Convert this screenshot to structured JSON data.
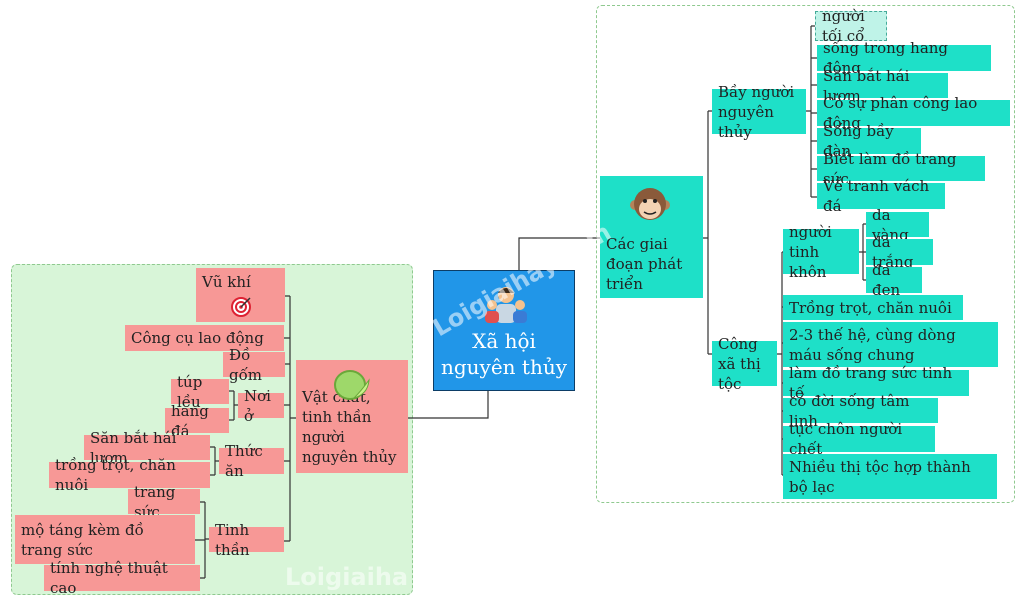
{
  "center": {
    "title": "Xã hội nguyên thủy",
    "icon": "people-group-icon"
  },
  "left": {
    "branch": "Vật chất, tinh thần người nguyên thủy",
    "branch_icon": "fruit-icon",
    "vu_khi": {
      "label": "Vũ khí",
      "icon": "target-icon"
    },
    "cong_cu": "Công cụ lao động",
    "do_gom": "Đồ gốm",
    "noi_o": {
      "label": "Nơi ở",
      "items": [
        "túp lều",
        "hang đá"
      ]
    },
    "thuc_an": {
      "label": "Thức ăn",
      "items": [
        "Săn bắt hái lượm",
        "trồng trọt, chăn nuôi"
      ]
    },
    "tinh_than": {
      "label": "Tinh thần",
      "items": [
        "trang sức",
        "mộ táng kèm đồ trang sức",
        "tính nghệ thuật cao"
      ]
    }
  },
  "right": {
    "branch": "Các giai đoạn phát triển",
    "branch_icon": "monkey-face-icon",
    "bay_nguoi": {
      "label": "Bầy người nguyên thủy",
      "items": [
        "người tối cổ",
        "sống trong hang động",
        "Săn bắt hái lượm",
        "Có sự phân công lao động",
        "Sống bầy đàn",
        "Biết làm đồ trang sức",
        "Vẽ tranh vách đá"
      ]
    },
    "cong_xa": {
      "label": "Công xã thị tộc",
      "tinh_khon": {
        "label": "người tinh khôn",
        "items": [
          "da vàng",
          "da trắng",
          "da đen"
        ]
      },
      "items": [
        "Trồng trọt, chăn nuôi",
        "2-3 thế hệ, cùng dòng máu sống chung",
        "làm đồ trang sức tinh tế",
        "có đời sống tâm linh",
        "tục chôn người chết",
        "Nhiều thị tộc hợp thành bộ lạc"
      ]
    }
  },
  "watermarks": [
    "Loigiaihay.com",
    "Loigiaiha"
  ],
  "colors": {
    "center": "#2196e8",
    "left_nodes": "#f79896",
    "right_nodes": "#1ee0c8",
    "left_panel": "#d8f5d8"
  }
}
